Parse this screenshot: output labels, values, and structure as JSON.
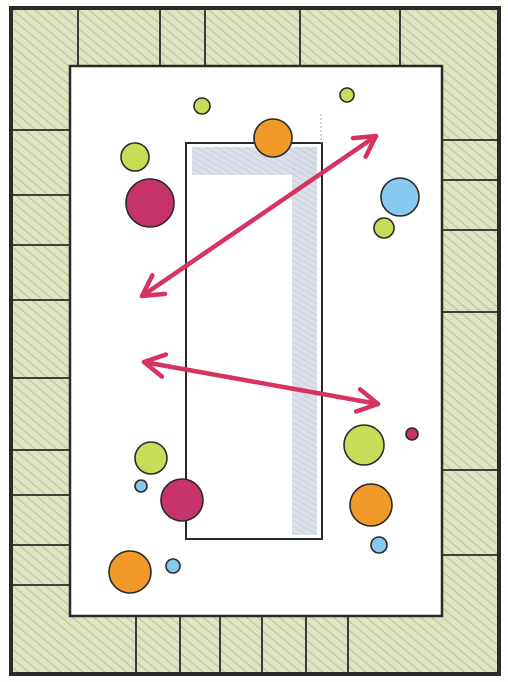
{
  "colors": {
    "paper": "#fdfdfb",
    "border_fill": "#dfe4c2",
    "border_hatch": "#b9c493",
    "outline": "#2a2a2a",
    "inner_field": "#ffffff",
    "pool_shade": "#cdd5e2",
    "arrow": "#d6335e",
    "magenta": "#c6336a",
    "orange": "#f19a2a",
    "lime": "#c9dc58",
    "sky": "#86c9ee"
  },
  "arrows": [
    {
      "name": "diagonal-double-arrow-upper",
      "double_headed": true
    },
    {
      "name": "diagonal-double-arrow-lower",
      "double_headed": true
    }
  ],
  "dots": [
    {
      "name": "orange-dot-top",
      "color": "orange"
    },
    {
      "name": "lime-dot-small-top-left",
      "color": "lime"
    },
    {
      "name": "lime-dot-small-top-right",
      "color": "lime"
    },
    {
      "name": "lime-dot-upper-left",
      "color": "lime"
    },
    {
      "name": "magenta-dot-upper-left",
      "color": "magenta"
    },
    {
      "name": "sky-dot-upper-right",
      "color": "sky"
    },
    {
      "name": "lime-dot-upper-right",
      "color": "lime"
    },
    {
      "name": "magenta-dot-small-right",
      "color": "magenta"
    },
    {
      "name": "lime-dot-lower-right",
      "color": "lime"
    },
    {
      "name": "lime-dot-lower-left",
      "color": "lime"
    },
    {
      "name": "sky-dot-small-lower-left",
      "color": "sky"
    },
    {
      "name": "magenta-dot-lower-left",
      "color": "magenta"
    },
    {
      "name": "orange-dot-lower-right",
      "color": "orange"
    },
    {
      "name": "sky-dot-small-lower-right",
      "color": "sky"
    },
    {
      "name": "orange-dot-bottom-left",
      "color": "orange"
    },
    {
      "name": "sky-dot-small-bottom",
      "color": "sky"
    }
  ]
}
